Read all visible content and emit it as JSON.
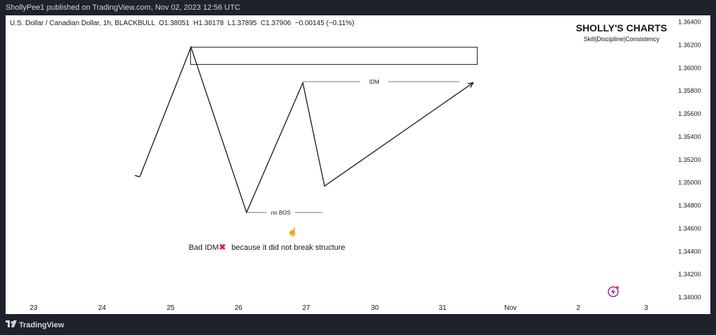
{
  "header": {
    "published": "ShollyPee1 published on TradingView.com, Nov 02, 2023 12:56 UTC"
  },
  "legend": {
    "symbol": "U.S. Dollar / Canadian Dollar, 1h, BLACKBULL",
    "open_label": "O",
    "open": "1.38051",
    "high_label": "H",
    "high": "1.38178",
    "low_label": "L",
    "low": "1.37895",
    "close_label": "C",
    "close": "1.37906",
    "change": "−0.00145 (−0.11%)"
  },
  "brand": {
    "title": "SHOLLY'S CHARTS",
    "subtitle": "Skill|Discipline|Consistency"
  },
  "footer": {
    "logo_text": "TradingView"
  },
  "icons": {
    "footer_logo": "tradingview-logo-icon",
    "flash": "lightning-icon",
    "pointer": "hand-pointer-icon",
    "cross": "cross-mark-icon"
  },
  "colors": {
    "background": "#1e222d",
    "chart_bg": "#ffffff",
    "drawing": "#131722",
    "grid_label": "#131722",
    "cross": "#e91e63"
  },
  "chart_data": {
    "type": "line",
    "title": "",
    "x_ticks": [
      "23",
      "24",
      "25",
      "26",
      "27",
      "30",
      "31",
      "Nov",
      "2",
      "3"
    ],
    "y_ticks": [
      "1.36400",
      "1.36200",
      "1.36000",
      "1.35800",
      "1.35600",
      "1.35400",
      "1.35200",
      "1.35000",
      "1.34800",
      "1.34600",
      "1.34400",
      "1.34200",
      "1.34000"
    ],
    "ylim": [
      1.34,
      1.366
    ],
    "grid": false,
    "series": [
      {
        "values": [
          {
            "x": 24.55,
            "y": 1.3505
          },
          {
            "x": 25.3,
            "y": 1.3618
          },
          {
            "x": 26.12,
            "y": 1.3474
          },
          {
            "x": 26.95,
            "y": 1.3587
          },
          {
            "x": 27.8,
            "y": 1.3497
          },
          {
            "x": 31.45,
            "y": 1.3587
          }
        ]
      }
    ],
    "zone": {
      "x_start": 25.3,
      "x_end": 31.45,
      "y_top": 1.3618,
      "y_bottom": 1.3603
    },
    "annotations": [
      {
        "text": "IDM",
        "x_start": 26.95,
        "x_end": 31.25,
        "y": 1.3588
      },
      {
        "text": "no BOS",
        "x_start": 26.12,
        "x_end": 27.7,
        "y": 1.3474
      },
      {
        "text": "Bad IDM",
        "text2": "because it did not break structure",
        "x": 26.05,
        "y": 1.3459
      }
    ]
  }
}
